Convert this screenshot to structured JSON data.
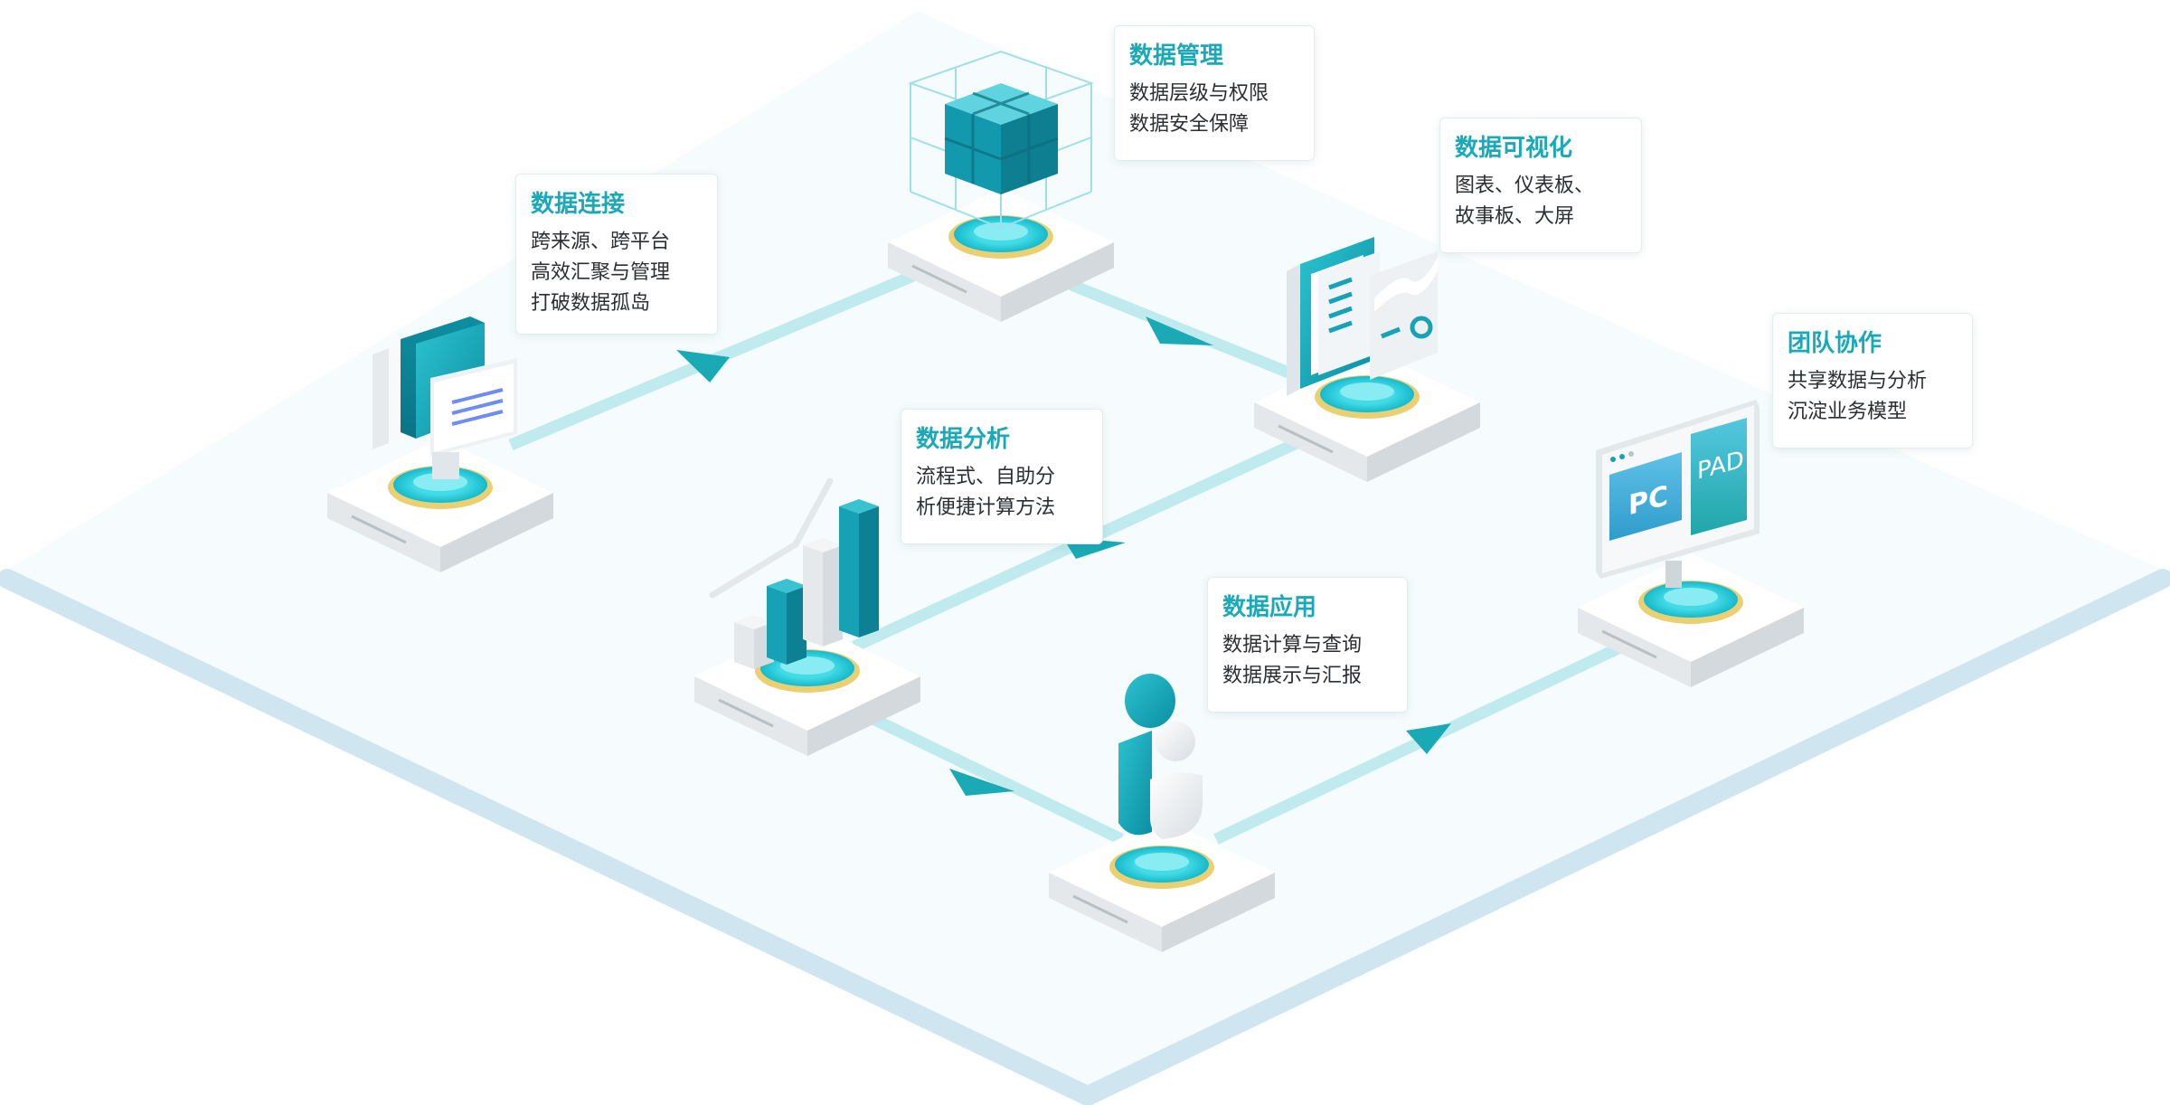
{
  "colors": {
    "accent": "#19a9b8",
    "teal_dark": "#0f93a6",
    "path": "#bfeaee",
    "border": "#cde5f0",
    "platform_face": "#f6f8f9"
  },
  "cards": [
    {
      "id": "connect",
      "title": "数据连接",
      "lines": [
        "跨来源、跨平台",
        "高效汇聚与管理",
        "打破数据孤岛"
      ]
    },
    {
      "id": "manage",
      "title": "数据管理",
      "lines": [
        "数据层级与权限",
        "数据安全保障"
      ]
    },
    {
      "id": "visual",
      "title": "数据可视化",
      "lines": [
        "图表、仪表板、",
        "故事板、大屏"
      ]
    },
    {
      "id": "team",
      "title": "团队协作",
      "lines": [
        "共享数据与分析",
        "沉淀业务模型"
      ]
    },
    {
      "id": "analysis",
      "title": "数据分析",
      "lines": [
        "流程式、自助分",
        "析便捷计算方法"
      ]
    },
    {
      "id": "app",
      "title": "数据应用",
      "lines": [
        "数据计算与查询",
        "数据展示与汇报"
      ]
    }
  ],
  "device": {
    "pc_label": "PC",
    "pad_label": "PAD"
  },
  "icons": [
    "connect-monitor-icon",
    "cube-grid-icon",
    "dashboard-icon",
    "bar-chart-icon",
    "user-icon",
    "pc-pad-monitor-icon"
  ]
}
